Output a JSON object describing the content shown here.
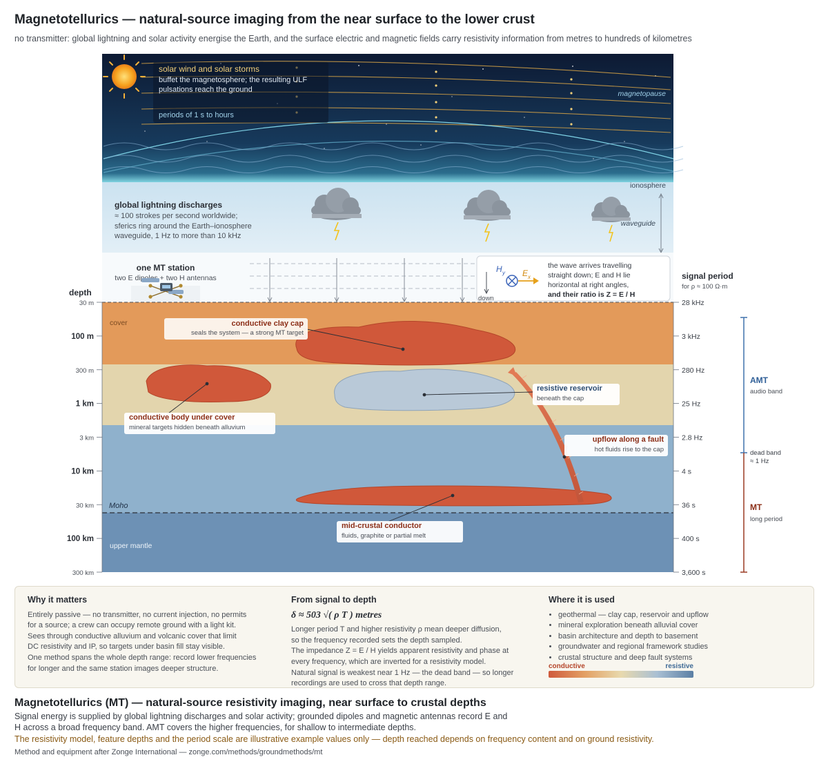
{
  "header": {
    "title": "Magnetotellurics — natural-source imaging from the near surface to the lower crust",
    "subtitle": "no transmitter: global lightning and solar activity energise the Earth, and the surface electric and magnetic fields carry resistivity information from metres to hundreds of kilometres"
  },
  "sky": {
    "solar_title": "solar wind and solar storms",
    "solar_line1": "buffet the magnetosphere; the resulting ULF",
    "solar_line2": "pulsations reach the ground",
    "solar_periods": "periods of 1 s to hours",
    "magnetopause": "magnetopause",
    "ionosphere": "ionosphere",
    "lightning_title": "global lightning discharges",
    "lightning_line1": "≈ 100 strokes per second worldwide;",
    "lightning_line2": "sferics ring around the Earth–ionosphere",
    "lightning_line3": "waveguide, 1 Hz to more than 10 kHz",
    "waveguide": "waveguide"
  },
  "station": {
    "title": "one MT station",
    "subtitle": "two E dipoles + two H antennas",
    "down": "down",
    "hy": "H",
    "hy_sub": "y",
    "ex": "E",
    "ex_sub": "x",
    "wave_line1": "the wave arrives travelling",
    "wave_line2": "straight down; E and H lie",
    "wave_line3": "horizontal at right angles,",
    "wave_line4": "and their ratio is Z = E / H"
  },
  "axes": {
    "depth_title": "depth",
    "depth_ticks": [
      "30 m",
      "100 m",
      "300 m",
      "1 km",
      "3 km",
      "10 km",
      "30 km",
      "100 km",
      "300 km"
    ],
    "period_title": "signal period",
    "period_subtitle": "for ρ ≈ 100 Ω·m",
    "period_ticks": [
      "28 kHz",
      "3 kHz",
      "280 Hz",
      "25 Hz",
      "2.8 Hz",
      "4 s",
      "36 s",
      "400 s",
      "3,600 s"
    ]
  },
  "layers": {
    "cover": "cover",
    "moho": "Moho",
    "upper_mantle": "upper mantle"
  },
  "features": {
    "clay_cap_title": "conductive clay cap",
    "clay_cap_sub": "seals the system — a strong MT target",
    "body_title": "conductive body under cover",
    "body_sub": "mineral targets hidden beneath alluvium",
    "reservoir_title": "resistive reservoir",
    "reservoir_sub": "beneath the cap",
    "upflow_title": "upflow along a fault",
    "upflow_sub": "hot fluids rise to the cap",
    "midcrust_title": "mid-crustal conductor",
    "midcrust_sub": "fluids, graphite or partial melt"
  },
  "bands": {
    "amt": "AMT",
    "amt_sub": "audio band",
    "dead1": "dead band",
    "dead2": "≈ 1 Hz",
    "mt": "MT",
    "mt_sub": "long period"
  },
  "panel": {
    "why_title": "Why it matters",
    "why_lines": [
      "Entirely passive — no transmitter, no current injection, no permits",
      "for a source; a crew can occupy remote ground with a light kit.",
      "Sees through conductive alluvium and volcanic cover that limit",
      "DC resistivity and IP, so targets under basin fill stay visible.",
      "One method spans the whole depth range: record lower frequencies",
      "for longer and the same station images deeper structure."
    ],
    "signal_title": "From signal to depth",
    "formula": "δ ≈ 503 √( ρ T ) metres",
    "signal_lines": [
      "Longer period T and higher resistivity ρ mean deeper diffusion,",
      "so the frequency recorded sets the depth sampled.",
      "The impedance Z = E / H yields apparent resistivity and phase at",
      "every frequency, which are inverted for a resistivity model.",
      "Natural signal is weakest near 1 Hz — the dead band — so longer",
      "recordings are used to cross that depth range."
    ],
    "used_title": "Where it is used",
    "used_items": [
      "geothermal — clay cap, reservoir and upflow",
      "mineral exploration beneath alluvial cover",
      "basin architecture and depth to basement",
      "groundwater and regional framework studies",
      "crustal structure and deep fault systems"
    ],
    "legend_left": "conductive",
    "legend_right": "resistive"
  },
  "footer": {
    "title": "Magnetotellurics (MT) — natural-source resistivity imaging, near surface to crustal depths",
    "text": "Signal energy is supplied by global lightning discharges and solar activity; grounded dipoles and magnetic antennas record E and H across a broad frequency band. AMT covers the higher frequencies, for shallow to intermediate depths.",
    "note": "The resistivity model, feature depths and the period scale are illustrative example values only — depth reached depends on frequency content and on ground resistivity.",
    "source": "Method and equipment after Zonge International — zonge.com/methods/groundmethods/mt"
  },
  "colors": {
    "conductive": "#cf5a3c",
    "resistive": "#5b7fa4",
    "cover": "#e39a5a",
    "sediment": "#e3d5ad",
    "crust": "#8fb1cc",
    "mantle": "#6d91b5",
    "amt_band": "#4a79b0",
    "mt_band": "#a0462f"
  }
}
